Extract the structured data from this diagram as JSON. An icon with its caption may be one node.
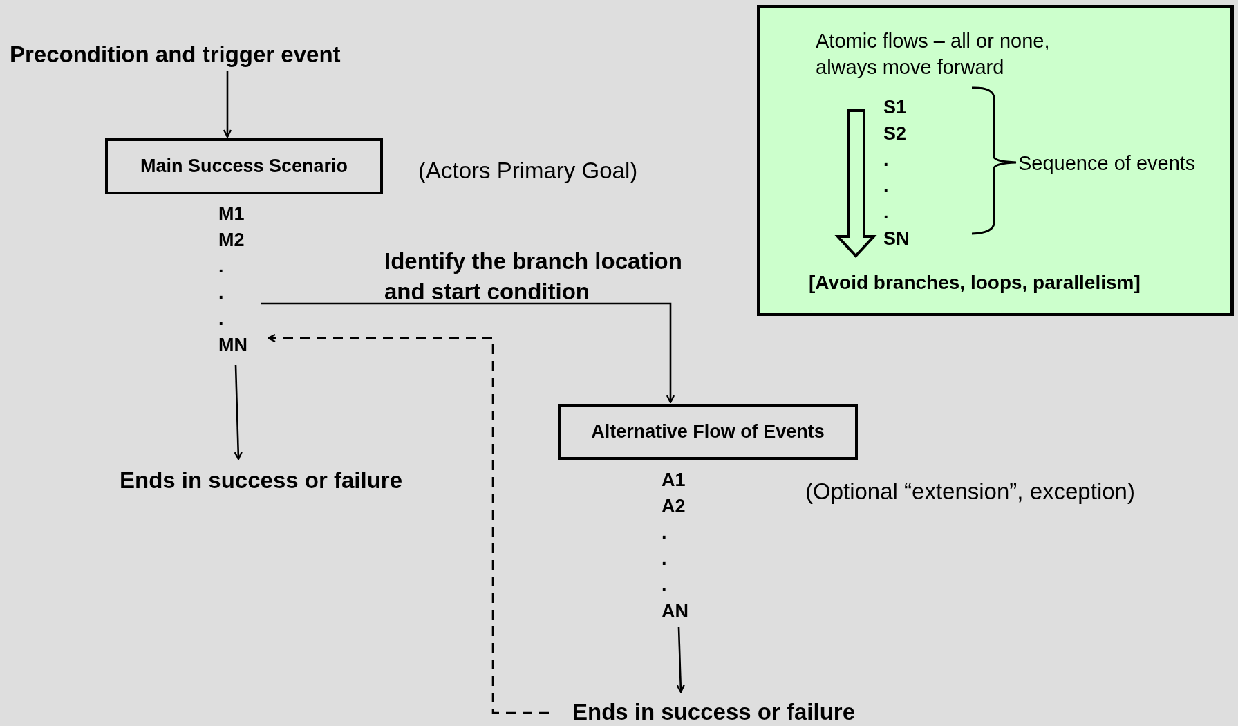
{
  "diagram": {
    "nodes": [
      {
        "text": [
          "Precondition and trigger event"
        ]
      },
      {
        "text": [
          "Main Success Scenario"
        ],
        "beside": [
          "(Actors Primary Goal)"
        ]
      },
      {
        "text": [
          "M1 M2 . . . MN"
        ]
      },
      {
        "text": [
          "Ends in success or failure"
        ]
      },
      {
        "text": [
          "Alternative Flow of Events"
        ],
        "beside": [
          "(Optional “extension”, exception)"
        ]
      },
      {
        "text": [
          "A1 A2 . . . AN"
        ]
      },
      {
        "text": [
          "Ends in success or failure"
        ]
      },
      {
        "text": [
          "Atomic flows – all or none, always move forward",
          "S1 S2 . . . SN",
          "Sequence of events",
          "[Avoid branches, loops, parallelism]"
        ]
      }
    ],
    "edges": [
      {
        "from": 0,
        "to": 1,
        "arrow": "to"
      },
      {
        "from": 2,
        "to": 4,
        "arrow": "to",
        "label": "Identify the branch location and start condition"
      },
      {
        "from": 2,
        "to": 3,
        "arrow": "to"
      },
      {
        "from": 5,
        "to": 6,
        "arrow": "to"
      },
      {
        "from": 6,
        "to": 2,
        "arrow": "to",
        "style": "dashed"
      }
    ]
  }
}
